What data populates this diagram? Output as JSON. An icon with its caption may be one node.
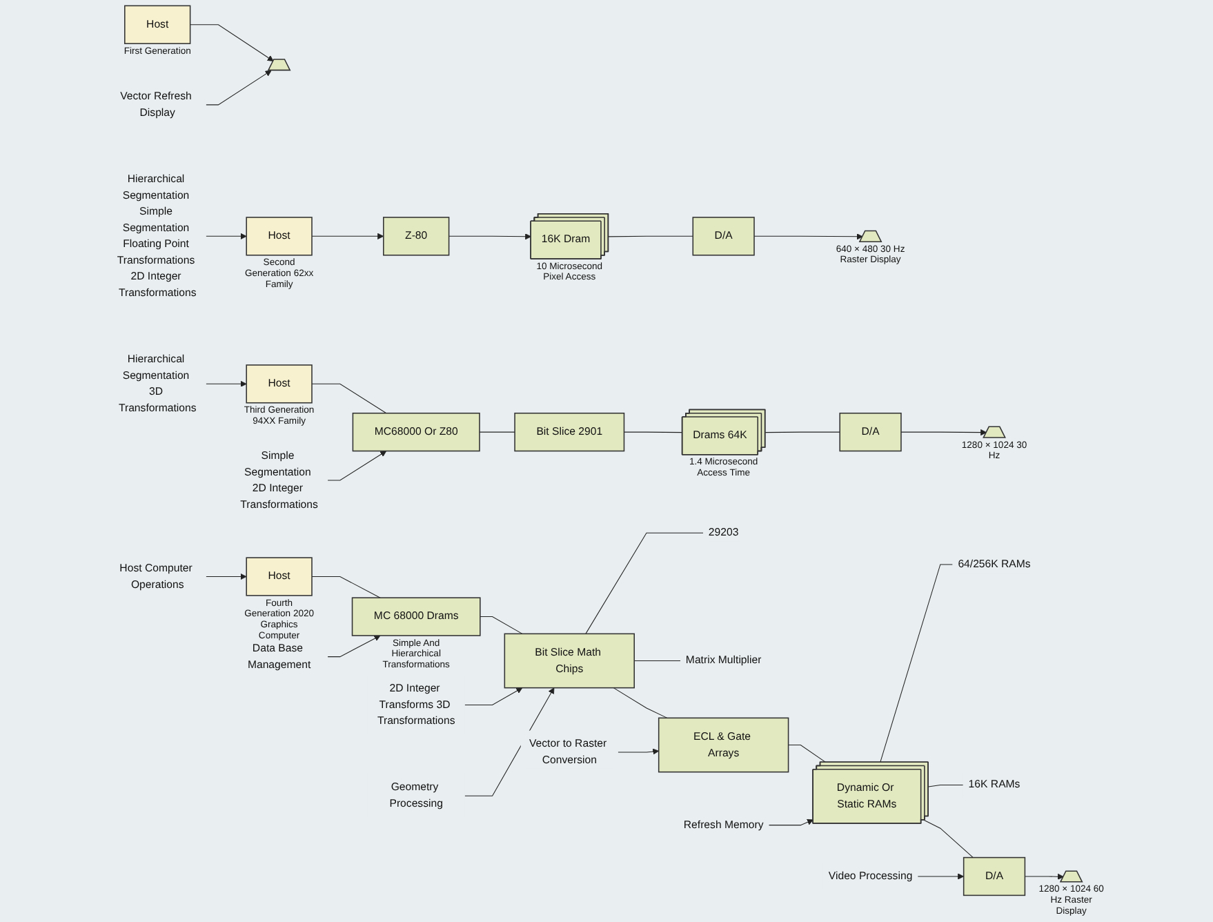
{
  "diagram": {
    "nodes": [
      {
        "text": [
          "Host"
        ],
        "beside": [
          "First Generation"
        ]
      },
      {
        "text": [],
        "shape": "trapezoid"
      },
      {
        "text": [
          "Vector Refresh Display"
        ]
      },
      {
        "text": [
          "Hierarchical Segmentation Simple Segmentation Floating Point Transformations 2D Integer Transformations"
        ]
      },
      {
        "text": [
          "Host"
        ],
        "beside": [
          "Second Generation 62xx Family"
        ]
      },
      {
        "text": [
          "Z-80"
        ]
      },
      {
        "text": [
          "16K Dram"
        ],
        "beside": [
          "10 Microsecond Pixel Access"
        ]
      },
      {
        "text": [
          "D/A"
        ]
      },
      {
        "text": [],
        "shape": "trapezoid",
        "beside": [
          "640 × 480 30 Hz Raster Display"
        ]
      },
      {
        "text": [
          "Hierarchical Segmentation 3D Transformations"
        ]
      },
      {
        "text": [
          "Host"
        ],
        "beside": [
          "Third Generation 94XX Family"
        ]
      },
      {
        "text": [
          "Simple Segmentation 2D Integer Transformations"
        ]
      },
      {
        "text": [
          "MC68000 Or Z80"
        ]
      },
      {
        "text": [
          "Bit Slice 2901"
        ]
      },
      {
        "text": [
          "Drams 64K"
        ],
        "beside": [
          "1.4 Microsecond Access Time"
        ]
      },
      {
        "text": [
          "D/A"
        ]
      },
      {
        "text": [],
        "shape": "trapezoid",
        "beside": [
          "1280 × 1024 30 Hz"
        ]
      },
      {
        "text": [
          "Host"
        ],
        "beside": [
          "Fourth Generation 2020 Graphics Computer"
        ]
      },
      {
        "text": [
          "MC 68000 Drams"
        ],
        "beside": [
          "Simple And Hierarchical Transformations"
        ]
      },
      {
        "text": [
          "2D Integer Transforms 3D Transformations"
        ]
      },
      {
        "text": [
          "Bit Slice Math Chips"
        ]
      },
      {
        "text": [
          "29203"
        ]
      },
      {
        "text": [
          "Matrix Multiplier"
        ]
      },
      {
        "text": [
          "ECL & Gate Arrays"
        ]
      },
      {
        "text": [
          "Dynamic Or Static RAMs"
        ]
      },
      {
        "text": [
          "64/256K RAMs"
        ]
      },
      {
        "text": [
          "16K RAMs"
        ]
      },
      {
        "text": [
          "D/A"
        ]
      },
      {
        "text": [],
        "shape": "trapezoid",
        "beside": [
          "1280 × 1024 60 Hz Raster Display"
        ]
      },
      {
        "text": [
          "Host Computer Operations"
        ]
      },
      {
        "text": [
          "Data Base Management"
        ]
      },
      {
        "text": [
          "Geometry Processing"
        ]
      },
      {
        "text": [
          "Vector to Raster Conversion"
        ]
      },
      {
        "text": [
          "Refresh Memory"
        ]
      },
      {
        "text": [
          "Video Processing"
        ]
      }
    ],
    "edges": [
      {
        "from": 0,
        "to": 1,
        "arrow": "to"
      },
      {
        "from": 2,
        "to": 1,
        "arrow": "to"
      },
      {
        "from": 3,
        "to": 4,
        "arrow": "to"
      },
      {
        "from": 4,
        "to": 5,
        "arrow": "to"
      },
      {
        "from": 5,
        "to": 6,
        "arrow": "to"
      },
      {
        "from": 6,
        "to": 7,
        "arrow": "none"
      },
      {
        "from": 7,
        "to": 8,
        "arrow": "to"
      },
      {
        "from": 9,
        "to": 10,
        "arrow": "to"
      },
      {
        "from": 10,
        "to": 12,
        "arrow": "none"
      },
      {
        "from": 11,
        "to": 12,
        "arrow": "to"
      },
      {
        "from": 12,
        "to": 13,
        "arrow": "none"
      },
      {
        "from": 13,
        "to": 14,
        "arrow": "none"
      },
      {
        "from": 14,
        "to": 15,
        "arrow": "none"
      },
      {
        "from": 15,
        "to": 16,
        "arrow": "to"
      },
      {
        "from": 17,
        "to": 18,
        "arrow": "none"
      },
      {
        "from": 18,
        "to": 20,
        "arrow": "none"
      },
      {
        "from": 19,
        "to": 20,
        "arrow": "to"
      },
      {
        "from": 20,
        "to": 21,
        "arrow": "none"
      },
      {
        "from": 20,
        "to": 22,
        "arrow": "none"
      },
      {
        "from": 20,
        "to": 23,
        "arrow": "none"
      },
      {
        "from": 23,
        "to": 24,
        "arrow": "none"
      },
      {
        "from": 24,
        "to": 25,
        "arrow": "none"
      },
      {
        "from": 24,
        "to": 26,
        "arrow": "none"
      },
      {
        "from": 24,
        "to": 27,
        "arrow": "none"
      },
      {
        "from": 27,
        "to": 28,
        "arrow": "to"
      },
      {
        "from": 29,
        "to": 17,
        "arrow": "to"
      },
      {
        "from": 30,
        "to": 18,
        "arrow": "to"
      },
      {
        "from": 31,
        "to": 20,
        "arrow": "to"
      },
      {
        "from": 32,
        "to": 23,
        "arrow": "to"
      },
      {
        "from": 33,
        "to": 24,
        "arrow": "to"
      },
      {
        "from": 34,
        "to": 27,
        "arrow": "to"
      }
    ]
  }
}
